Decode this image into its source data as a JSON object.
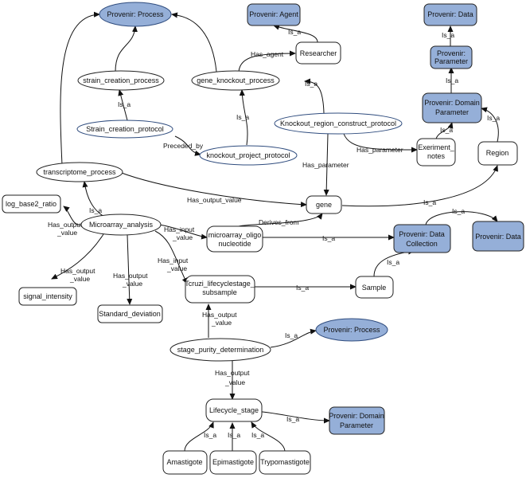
{
  "colors": {
    "highlight_fill": "#95AFD8",
    "plain_fill": "#ffffff",
    "node_stroke": "#222222",
    "ellipse_stroke": "#2F4C7E",
    "edge": "#111111"
  },
  "nodes": {
    "provenir_process_top": "Provenir: Process",
    "provenir_agent": "Provenir: Agent",
    "provenir_data_top": "Provenir: Data",
    "researcher": "Researcher",
    "provenir_parameter": [
      "Provenir:",
      "Parameter"
    ],
    "strain_creation_process": "strain_creation_process",
    "gene_knockout_process": "gene_knockout_process",
    "provenir_domain_parameter": [
      "Provenir: Domain",
      "Parameter"
    ],
    "strain_creation_protocol": "Strain_creation_protocol",
    "knockout_region_construct_protocol": "Knockout_region_construct_protocol",
    "knockout_project_protocol": "knockout_project_protocol",
    "experiment_notes": [
      "Exeriment_",
      "notes"
    ],
    "region": "Region",
    "transcriptome_process": "transcriptome_process",
    "log_base2_ratio": "log_base2_ratio",
    "gene": "gene",
    "microarray_analysis": "Microarray_analysis",
    "microarray_oligo_nucleotide": [
      "microarray_oligo",
      "nucleotide"
    ],
    "provenir_data_collection": [
      "Provenir: Data",
      "Collection"
    ],
    "provenir_data_right": "Provenir: Data",
    "signal_intensity": "signal_intensity",
    "tcruzi_lifecyclestage_subsample": [
      "Tcruzi_lifecyclestage_",
      "subsample"
    ],
    "sample": "Sample",
    "standard_deviation": "Standard_deviation",
    "stage_purity_determination": "stage_purity_determination",
    "provenir_process_bottom": "Provenir: Process",
    "lifecycle_stage": "Lifecycle_stage",
    "provenir_domain_parameter_bottom": [
      "Provenir: Domain",
      "Parameter"
    ],
    "amastigote": "Amastigote",
    "epimastigote": "Epimastigote",
    "trypomastigote": "Trypomastigote"
  },
  "edge_labels": {
    "is_a": "Is_a",
    "has_agent": "Has_agent",
    "preceded_by": "Preceded_by",
    "has_parameter": "Has_parameter",
    "has_output_value": "Has_output_value",
    "has_output_value_split": [
      "Has_output",
      "_value"
    ],
    "has_input_value_split": [
      "Has_input",
      "_value"
    ],
    "derives_from": "Derives_from"
  }
}
